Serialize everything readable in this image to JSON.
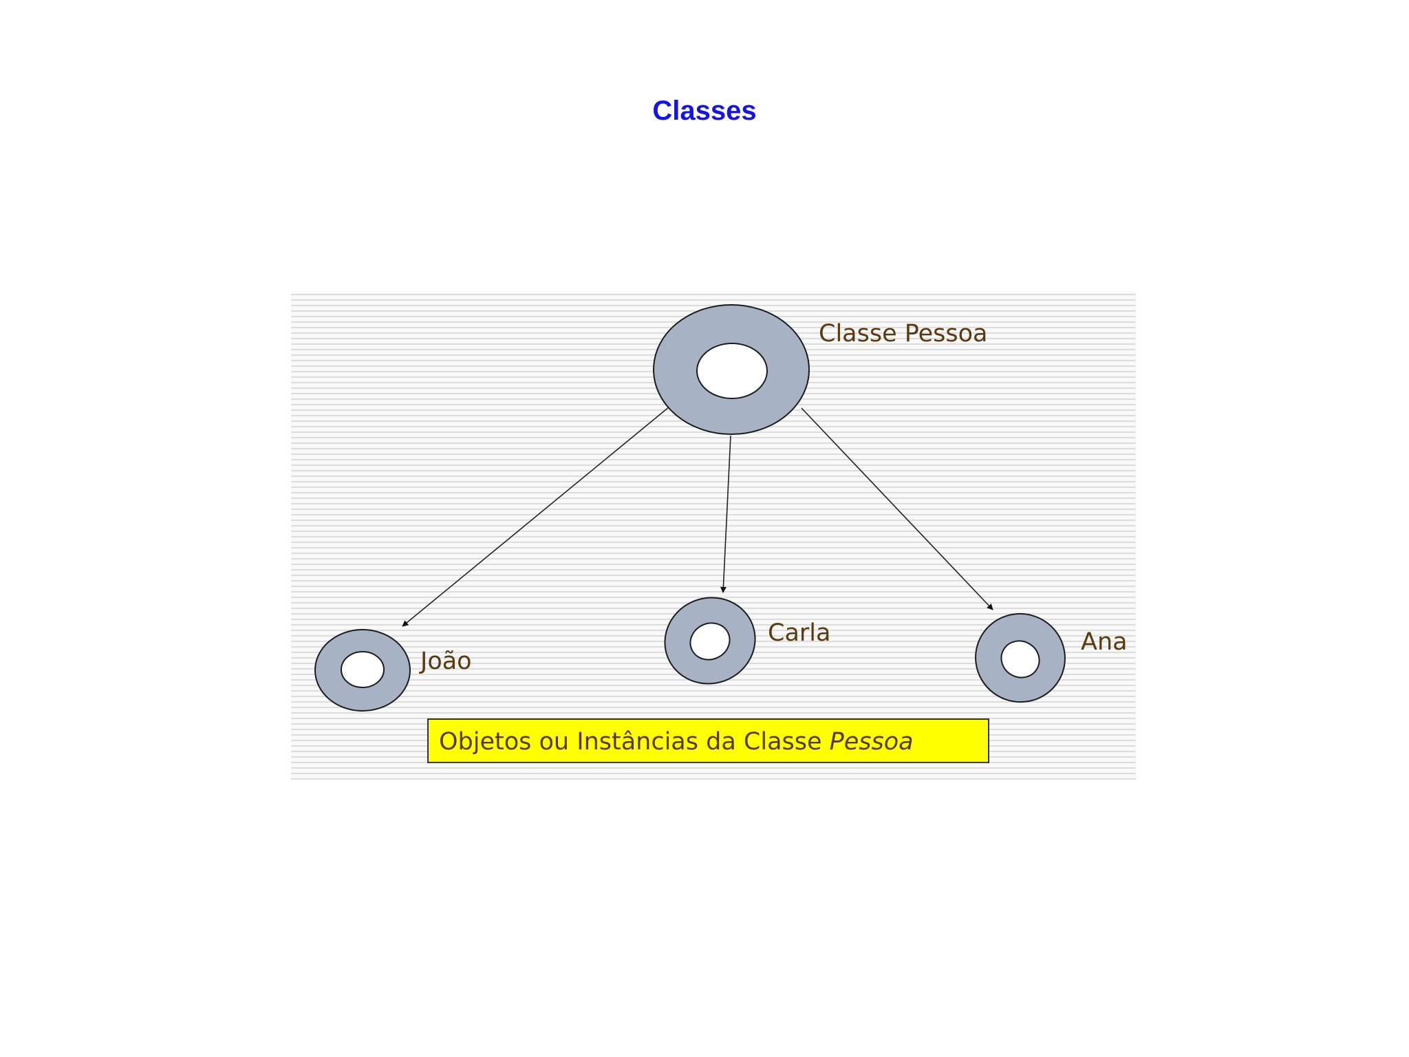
{
  "page": {
    "title": "Classes"
  },
  "diagram": {
    "class_node": {
      "label": "Classe Pessoa"
    },
    "objects": [
      {
        "label": "João"
      },
      {
        "label": "Carla"
      },
      {
        "label": "Ana"
      }
    ],
    "caption": {
      "text": "Objetos ou Instâncias da Classe ",
      "emphasis": "Pessoa"
    },
    "colors": {
      "ring_fill": "#a7b3c4",
      "ring_stroke": "#1b1b1b",
      "hole_fill": "#ffffff",
      "label_text": "#5a3a0e",
      "caption_background": "#ffff00",
      "stripe_background": "#f7f7f7",
      "stripe_line": "#dadada",
      "title": "#1414e6"
    }
  }
}
